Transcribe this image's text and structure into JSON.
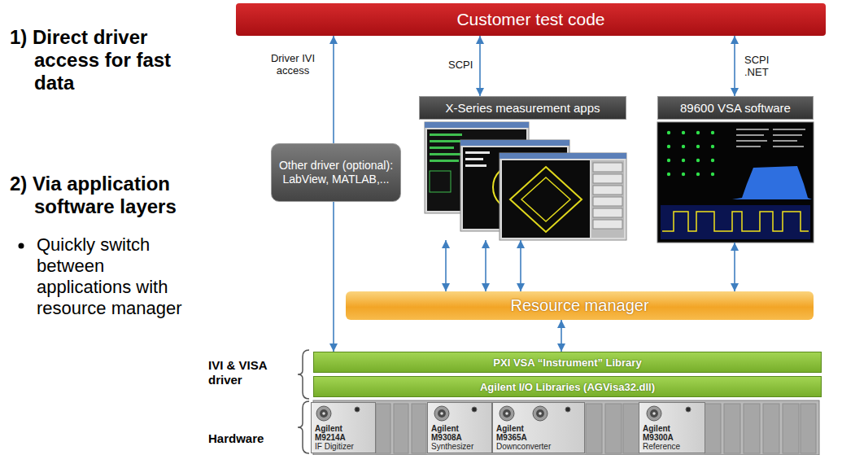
{
  "diagram": {
    "nodes": [
      {
        "text": [
          "Customer test code"
        ]
      },
      {
        "text": [
          "X-Series measurement apps"
        ]
      },
      {
        "text": [
          "89600 VSA software"
        ]
      },
      {
        "text": [
          "Other driver (optional): LabView, MATLAB,..."
        ]
      },
      {
        "text": [
          "Resource manager"
        ]
      },
      {
        "text": [
          "PXI VSA “Instrument” Library"
        ]
      },
      {
        "text": [
          "Agilent I/O Libraries (AGVisa32.dll)"
        ]
      },
      {
        "text": [
          "Agilent",
          "M9214A",
          "IF Digitizer"
        ]
      },
      {
        "text": [
          "Agilent",
          "M9308A",
          "Synthesizer"
        ]
      },
      {
        "text": [
          "Agilent",
          "M9365A",
          "Downconverter"
        ]
      },
      {
        "text": [
          "Agilent",
          "M9300A",
          "Reference"
        ]
      }
    ],
    "edges": [
      {
        "from": 3,
        "to": 0,
        "arrow": "to",
        "label": "Driver IVI access"
      },
      {
        "from": 3,
        "to": 5,
        "arrow": "to"
      },
      {
        "from": 0,
        "to": 1,
        "arrow": "both",
        "label": "SCPI"
      },
      {
        "from": 0,
        "to": 2,
        "arrow": "both",
        "label": "SCPI .NET"
      },
      {
        "from": 1,
        "to": 4,
        "arrow": "both"
      },
      {
        "from": 1,
        "to": 4,
        "arrow": "both"
      },
      {
        "from": 1,
        "to": 4,
        "arrow": "both"
      },
      {
        "from": 2,
        "to": 4,
        "arrow": "both"
      },
      {
        "from": 4,
        "to": 5,
        "arrow": "both"
      }
    ],
    "labels": [
      "1) Direct driver access for fast data",
      "2) Via application software layers",
      "Quickly switch between applications with resource manager",
      "IVI & VISA driver",
      "Hardware"
    ]
  }
}
